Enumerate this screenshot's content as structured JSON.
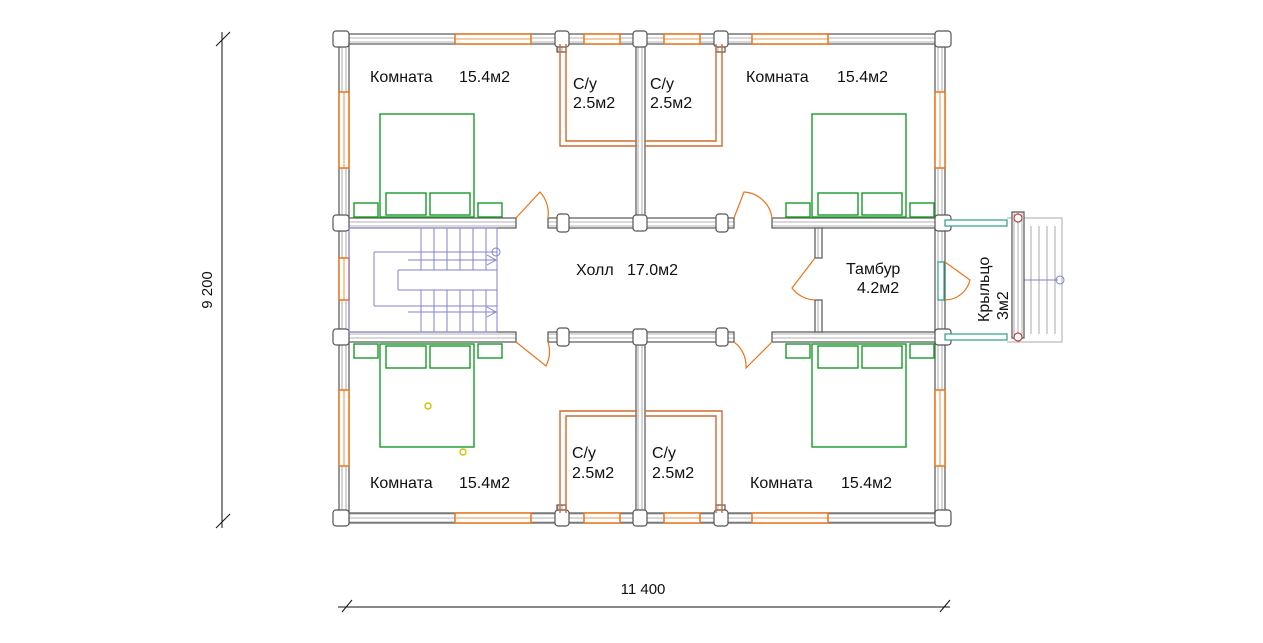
{
  "dimensions": {
    "width": "11 400",
    "height": "9 200"
  },
  "rooms": [
    {
      "name": "Комната",
      "area": "15.4м2"
    },
    {
      "name": "С/у",
      "area": "2.5м2"
    },
    {
      "name": "С/у",
      "area": "2.5м2"
    },
    {
      "name": "Комната",
      "area": "15.4м2"
    },
    {
      "name": "Холл",
      "area": "17.0м2"
    },
    {
      "name": "Тамбур",
      "area": "4.2м2"
    },
    {
      "name": "Крыльцо",
      "area": "3м2"
    },
    {
      "name": "Комната",
      "area": "15.4м2"
    },
    {
      "name": "С/у",
      "area": "2.5м2"
    },
    {
      "name": "С/у",
      "area": "2.5м2"
    },
    {
      "name": "Комната",
      "area": "15.4м2"
    }
  ],
  "colors": {
    "wall": "#555555",
    "window": "#e8751a",
    "furniture": "#1a9a2a",
    "stairs": "#8080d0",
    "glass": "#2aa08a"
  }
}
